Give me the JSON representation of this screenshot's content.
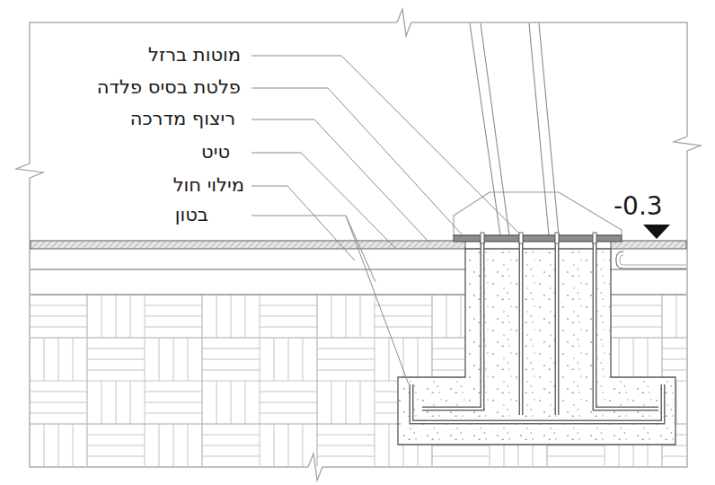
{
  "diagram": {
    "labels": [
      "מוטות ברזל",
      "פלטת בסיס פלדה",
      "ריצוף מדרכה",
      "טיט",
      "מילוי חול",
      "בטון",
      "-0.3"
    ]
  }
}
